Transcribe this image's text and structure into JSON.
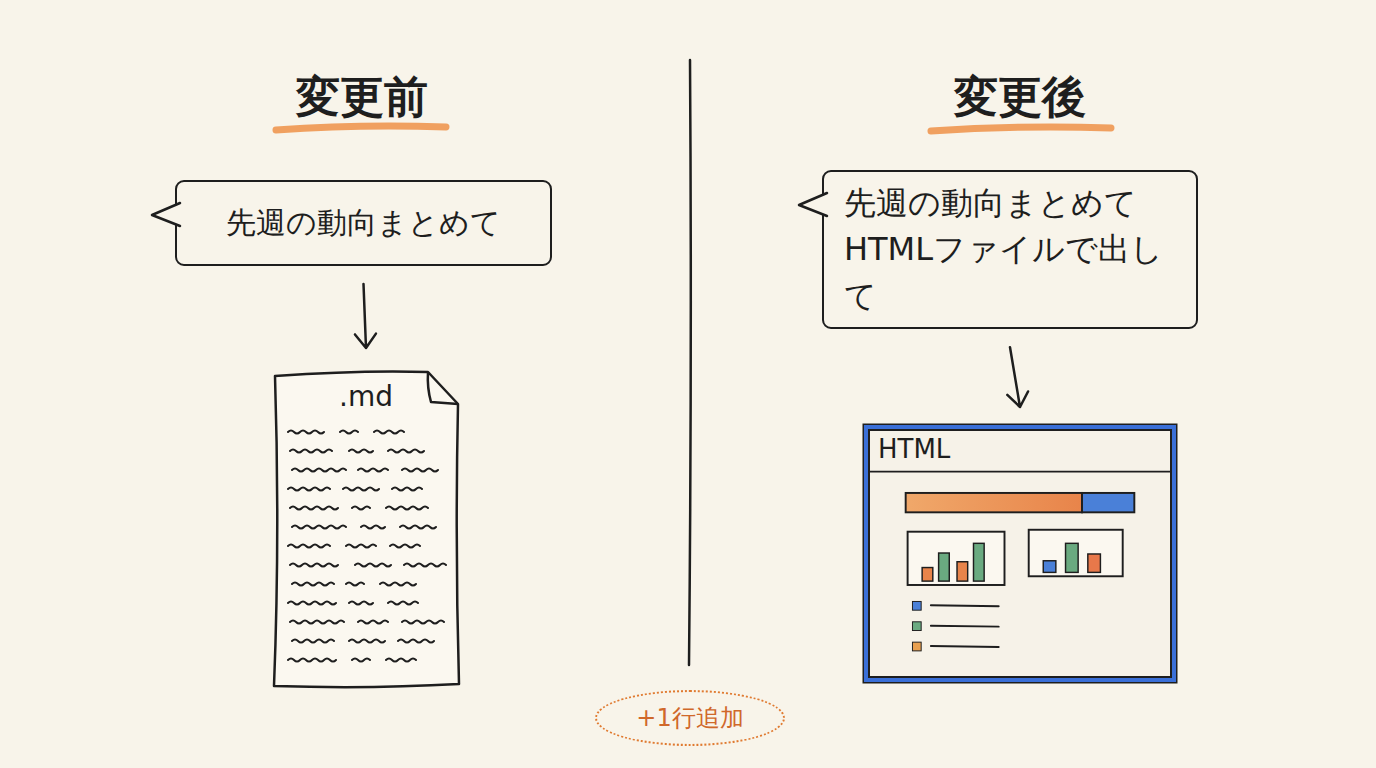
{
  "diagram": {
    "nodes": [
      {
        "text": [
          "先週の動向まとめて"
        ]
      },
      {
        "text": [
          ".md"
        ]
      },
      {
        "text": [
          "先週の動向まとめて HTMLファイルで出して"
        ]
      },
      {
        "text": [
          "HTML"
        ]
      },
      {
        "text": [
          "+1行追加"
        ]
      }
    ],
    "edges": [
      {
        "from": 0,
        "to": 1,
        "arrow": "to"
      },
      {
        "from": 2,
        "to": 3,
        "arrow": "to"
      }
    ],
    "labels": [
      "変更前",
      "変更後"
    ]
  }
}
